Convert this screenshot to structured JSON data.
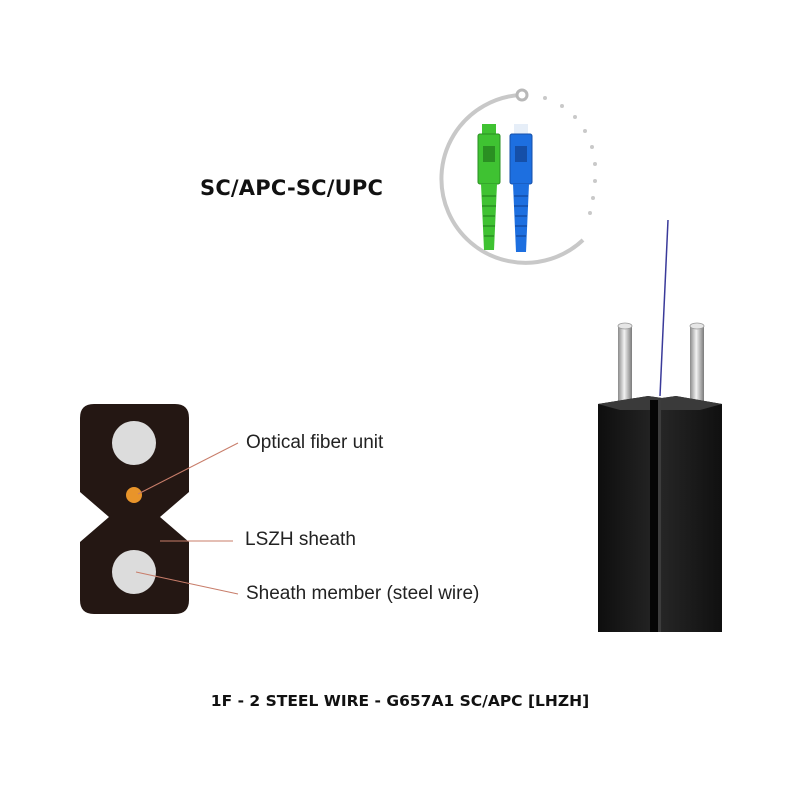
{
  "connector": {
    "title": "SC/APC-SC/UPC"
  },
  "cross_section": {
    "labels": {
      "fiber": "Optical fiber unit",
      "sheath": "LSZH sheath",
      "member": "Sheath member (steel wire)"
    }
  },
  "caption": "1F - 2 STEEL WIRE - G657A1 SC/APC [LHZH]",
  "colors": {
    "jacket": "#241713",
    "steel": "#dcdcdc",
    "fiber": "#e8942a",
    "leader": "#c87d6a",
    "apc_connector": "#3fc232",
    "upc_connector": "#1d6fe0",
    "cable_body": "#1c1c1c"
  }
}
